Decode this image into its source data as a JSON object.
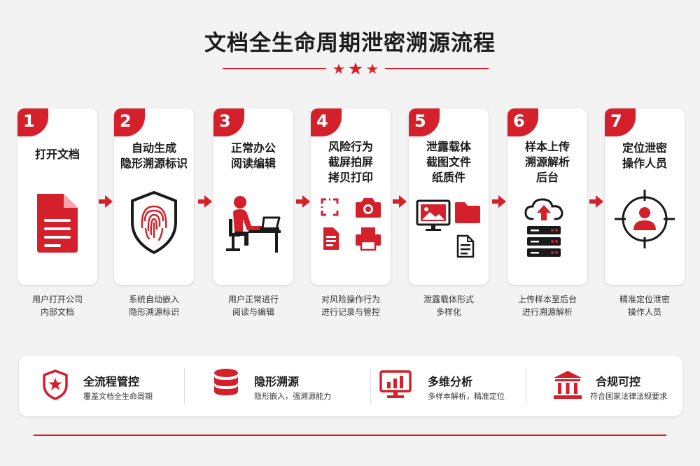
{
  "title": "文档全生命周期泄密溯源流程",
  "colors": {
    "accent": "#d4202a",
    "dark": "#1c1c1c"
  },
  "steps": [
    {
      "num": "1",
      "title": [
        "打开文档"
      ],
      "icon": "document-icon",
      "desc": [
        "用户打开公司",
        "内部文档"
      ]
    },
    {
      "num": "2",
      "title": [
        "自动生成",
        "隐形溯源标识"
      ],
      "icon": "fingerprint-shield-icon",
      "desc": [
        "系统自动嵌入",
        "隐形溯源标识"
      ]
    },
    {
      "num": "3",
      "title": [
        "正常办公",
        "阅读编辑"
      ],
      "icon": "user-at-desk-icon",
      "desc": [
        "用户正常进行",
        "阅读与编辑"
      ]
    },
    {
      "num": "4",
      "title": [
        "风险行为",
        "截屏拍屏",
        "拷贝打印"
      ],
      "icon": "risk-actions-icon",
      "desc": [
        "对风险操作行为",
        "进行记录与管控"
      ]
    },
    {
      "num": "5",
      "title": [
        "泄露载体",
        "截图文件",
        "纸质件"
      ],
      "icon": "leak-carriers-icon",
      "desc": [
        "泄露载体形式",
        "多样化"
      ]
    },
    {
      "num": "6",
      "title": [
        "样本上传",
        "溯源解析",
        "后台"
      ],
      "icon": "cloud-upload-server-icon",
      "desc": [
        "上传样本至后台",
        "进行溯源解析"
      ]
    },
    {
      "num": "7",
      "title": [
        "定位泄密",
        "操作人员"
      ],
      "icon": "target-person-icon",
      "desc": [
        "精准定位泄密",
        "操作人员"
      ]
    }
  ],
  "features": [
    {
      "title": "全流程管控",
      "desc": "覆盖文档全生命周期",
      "icon": "star-shield-icon"
    },
    {
      "title": "隐形溯源",
      "desc": "隐形嵌入，强溯源能力",
      "icon": "database-icon"
    },
    {
      "title": "多维分析",
      "desc": "多样本解析，精准定位",
      "icon": "analytics-monitor-icon"
    },
    {
      "title": "合规可控",
      "desc": "符合国家法律法规要求",
      "icon": "institution-icon"
    }
  ]
}
